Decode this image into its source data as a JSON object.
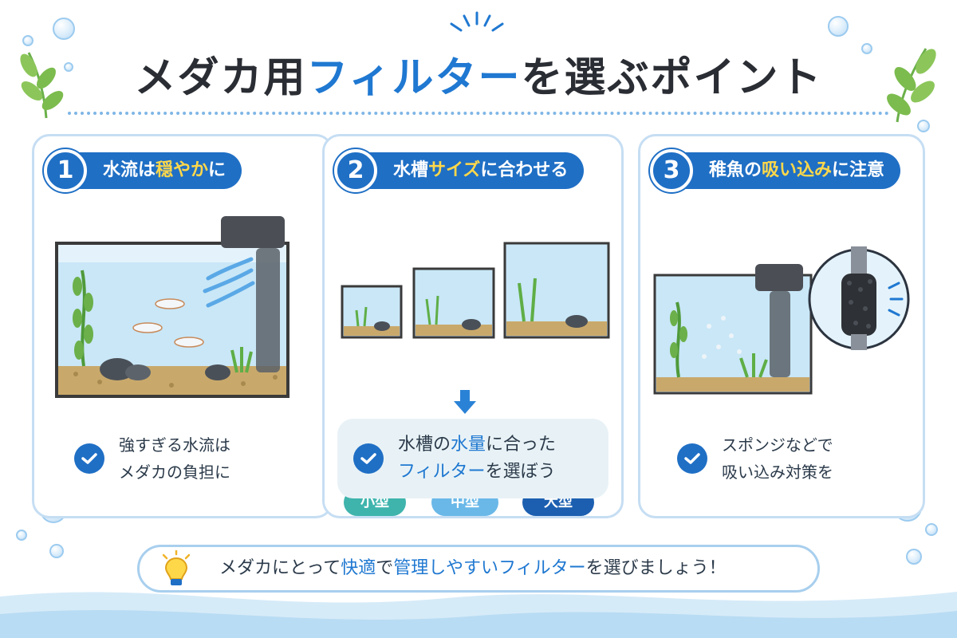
{
  "title": {
    "part1": "メダカ用",
    "accent": "フィルター",
    "part2": "を選ぶポイント"
  },
  "cards": [
    {
      "number": "1",
      "header_a": "水流は",
      "header_hl": "穏やか",
      "header_b": "に",
      "check_line1": "強すぎる水流は",
      "check_line2": "メダカの負担に"
    },
    {
      "number": "2",
      "header_a": "水槽",
      "header_hl": "サイズ",
      "header_b": "に合わせる",
      "sizes": [
        "小型",
        "中型",
        "大型"
      ],
      "callout_a": "水槽の",
      "callout_hl": "水量",
      "callout_b": "に合った",
      "callout_line2_hl": "フィルター",
      "callout_line2_b": "を選ぼう"
    },
    {
      "number": "3",
      "header_a": "稚魚の",
      "header_hl": "吸い込み",
      "header_b": "に注意",
      "check_line1": "スポンジなどで",
      "check_line2": "吸い込み対策を"
    }
  ],
  "tip": {
    "a": "メダカにとって",
    "hl1": "快適",
    "b": "で",
    "hl2": "管理しやすい",
    "hl3": "フィルター",
    "c": "を選びましょう！"
  },
  "colors": {
    "primary": "#1f6fc5",
    "accent_blue": "#1f78d1",
    "highlight_yellow": "#ffd84a",
    "small": "#3fb4ad",
    "medium": "#6ab8e8",
    "large": "#1c5fb0"
  },
  "icons": [
    "number-badge",
    "check-icon",
    "lightbulb-icon",
    "arrow-down-icon",
    "leaf-icon",
    "bubble-icon"
  ]
}
